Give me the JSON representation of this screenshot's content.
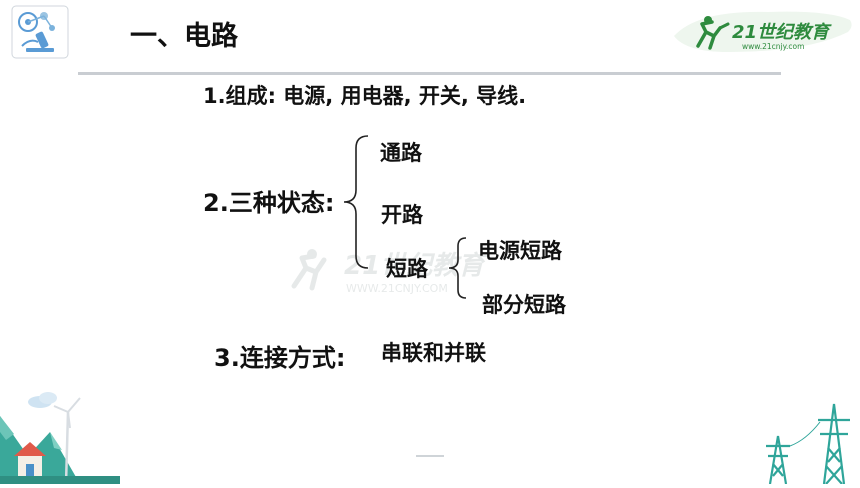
{
  "slide": {
    "title": "一、电路",
    "brand_logo_text": "21世纪教育",
    "brand_logo_subtext": "www.21cnjy.com",
    "watermark_text": "21世纪教育",
    "watermark_subtext": "WWW.21CNJY.COM"
  },
  "content": {
    "composition": "1.组成:   电源, 用电器,  开关,  导线.",
    "states_heading": "2.三种状态:",
    "states": [
      "通路",
      "开路",
      "短路"
    ],
    "short_circuit_types": [
      "电源短路",
      "部分短路"
    ],
    "connection_heading": "3.连接方式:",
    "connection_value": "串联和并联"
  },
  "colors": {
    "brand_green": "#2e8b3e",
    "rule_gray": "#c9cdd2",
    "deco_teal": "#3aa89a",
    "deco_blue": "#4a90c8"
  },
  "icons": {
    "corner_logo": "microscope-logo-icon",
    "brand_logo": "runner-logo-icon"
  }
}
